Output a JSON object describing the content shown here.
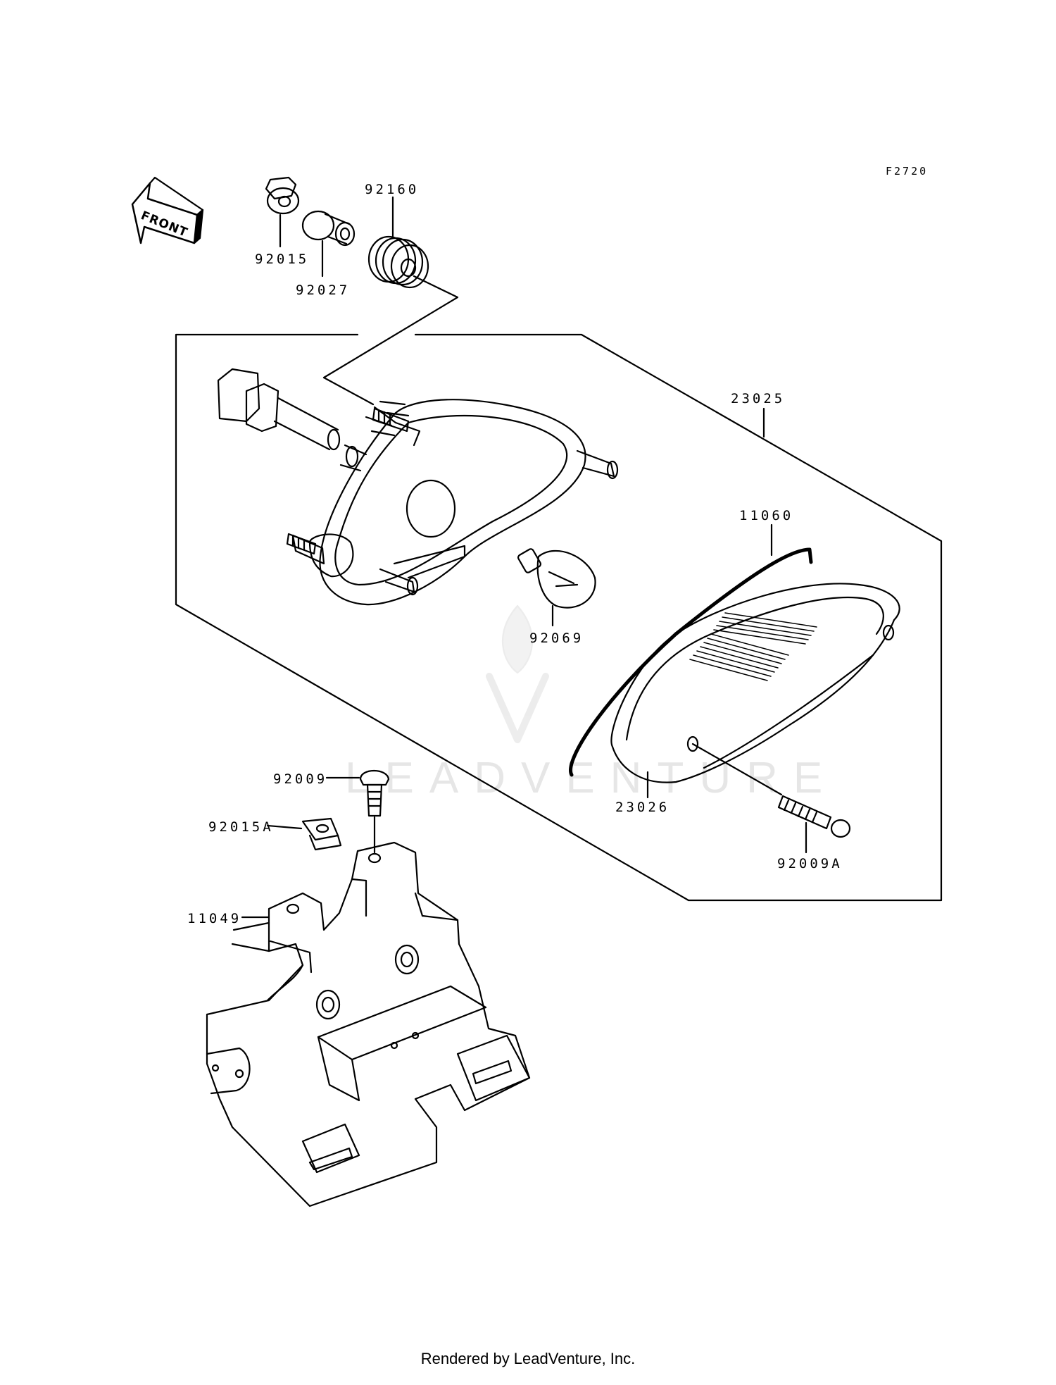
{
  "diagram": {
    "reference_code": "F2720",
    "front_arrow_text": "FRONT",
    "watermark_text": "LEADVENTURE",
    "parts": [
      {
        "id": "p92015",
        "number": "92015"
      },
      {
        "id": "p92027",
        "number": "92027"
      },
      {
        "id": "p92160",
        "number": "92160"
      },
      {
        "id": "p23025",
        "number": "23025"
      },
      {
        "id": "p11060",
        "number": "11060"
      },
      {
        "id": "p92069",
        "number": "92069"
      },
      {
        "id": "p92009",
        "number": "92009"
      },
      {
        "id": "p92015A",
        "number": "92015A"
      },
      {
        "id": "p23026",
        "number": "23026"
      },
      {
        "id": "p92009A",
        "number": "92009A"
      },
      {
        "id": "p11049",
        "number": "11049"
      }
    ]
  },
  "footer": {
    "text": "Rendered by LeadVenture, Inc."
  }
}
